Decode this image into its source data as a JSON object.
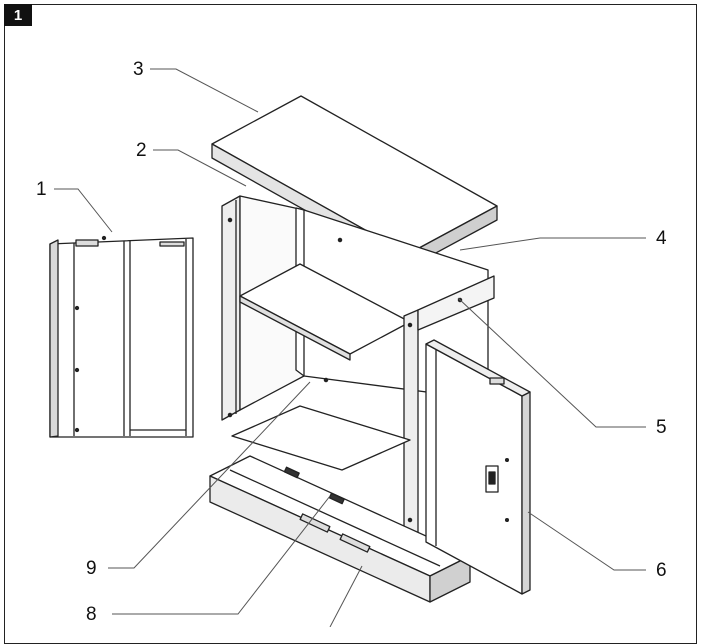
{
  "figure": {
    "step_number": "1"
  },
  "callouts": {
    "c1": "1",
    "c2": "2",
    "c3": "3",
    "c4": "4",
    "c5": "5",
    "c6": "6",
    "c8": "8",
    "c9": "9"
  }
}
